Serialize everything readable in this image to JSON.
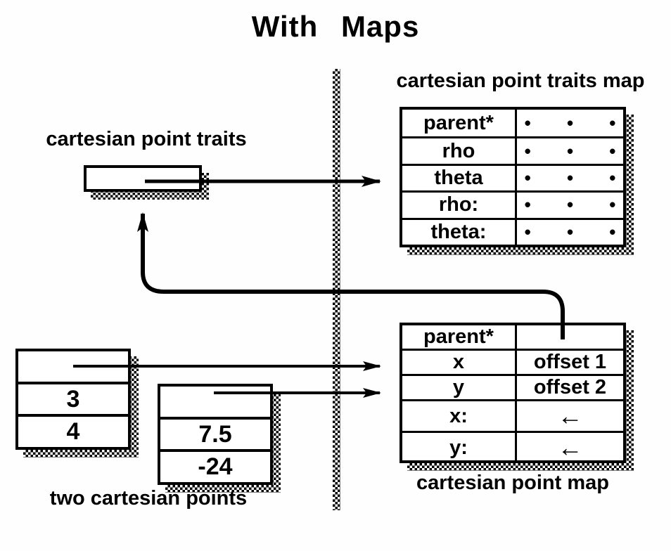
{
  "title": "With  Maps",
  "labels": {
    "traits_object": "cartesian point traits",
    "traits_map": "cartesian point traits map",
    "points": "two cartesian points",
    "point_map": "cartesian point map"
  },
  "traits_map_table": {
    "rows": [
      {
        "label": "parent*",
        "value": "• • •"
      },
      {
        "label": "rho",
        "value": "• • •"
      },
      {
        "label": "theta",
        "value": "• • •"
      },
      {
        "label": "rho:",
        "value": "• • •"
      },
      {
        "label": "theta:",
        "value": "• • •"
      }
    ]
  },
  "point_map_table": {
    "rows": [
      {
        "label": "parent*",
        "value": ""
      },
      {
        "label": "x",
        "value": "offset 1"
      },
      {
        "label": "y",
        "value": "offset 2"
      },
      {
        "label": "x:",
        "value": "←"
      },
      {
        "label": "y:",
        "value": "←"
      }
    ]
  },
  "point_boxes": {
    "point1": {
      "slots": [
        "",
        "3",
        "4"
      ]
    },
    "point2": {
      "slots": [
        "",
        "7.5",
        "-24"
      ]
    }
  },
  "icons": {
    "pointer_arrows": "right-arrow",
    "parent_pointer": "curved-up-arrow",
    "assignment_cells": "left-arrow"
  },
  "colors": {
    "ink": "#000000",
    "paper": "#ffffff"
  }
}
